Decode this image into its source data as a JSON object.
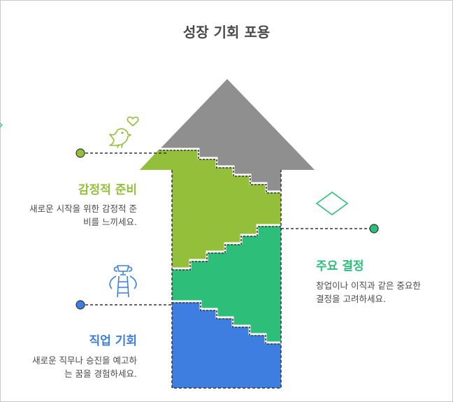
{
  "title": "성장 기회 포용",
  "sections": [
    {
      "label": "감정적 준비",
      "description_line1": "새로운 시작을 위한 감정적 준",
      "description_line2": "비를 느끼세요.",
      "color": "#93bf3b",
      "icon": "bird-with-heart-icon"
    },
    {
      "label": "주요 결정",
      "description_line1": "창업이나 이직과 같은 중요한",
      "description_line2": "결정을 고려하세요.",
      "color": "#2dbe7a",
      "icon": "diamond-icon"
    },
    {
      "label": "직업 기회",
      "description_line1": "새로운 직무나 승진을 예고하",
      "description_line2": "는 꿈을 경험하세요.",
      "color": "#3d7ee0",
      "icon": "ladder-with-trophy-icon"
    }
  ],
  "arrow_head_color": "#8f8f8f",
  "edge_marker_icon": "chevron-right-icon"
}
